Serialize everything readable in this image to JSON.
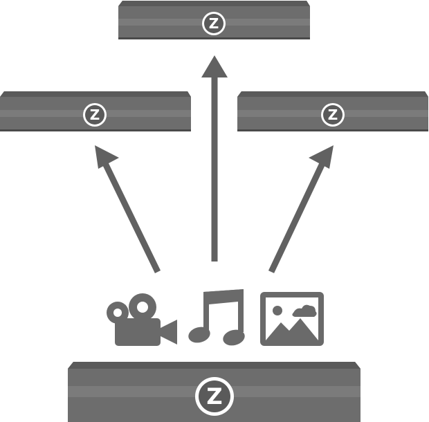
{
  "diagram": {
    "colors": {
      "device_top": "#5a5a5a",
      "device_body": "#6d6d6d",
      "device_stripe": "#7b7b7b",
      "device_shadow": "#4a4a4a",
      "badge_ring": "#ffffff",
      "badge_fill": "#5a5a5a",
      "arrow": "#616161",
      "icon": "#6a6a6a"
    },
    "source_device": {
      "badge_letter": "Z"
    },
    "target_devices": [
      {
        "badge_letter": "Z"
      },
      {
        "badge_letter": "Z"
      },
      {
        "badge_letter": "Z"
      }
    ],
    "media_icons": [
      "video-camera-icon",
      "music-note-icon",
      "photo-icon"
    ]
  }
}
